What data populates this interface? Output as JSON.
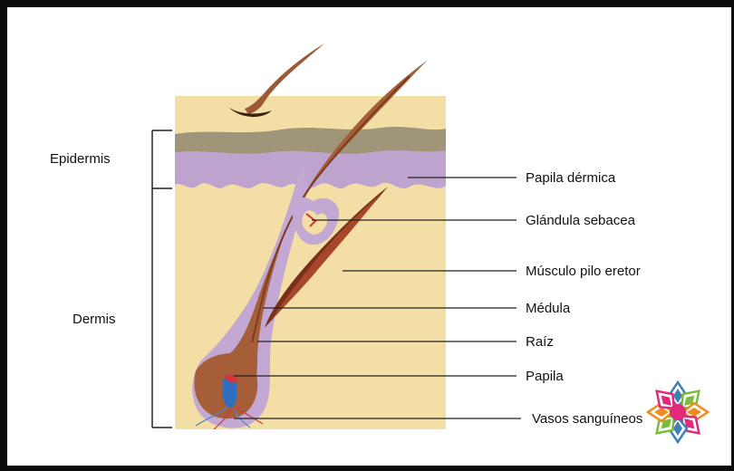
{
  "diagram": {
    "regions": {
      "epidermis": "Epidermis",
      "dermis": "Dermis"
    },
    "labels": {
      "papila_dermica": "Papila dérmica",
      "glandula_sebacea": "Glándula sebacea",
      "musculo_pilo_eretor": "Músculo pilo eretor",
      "medula": "Médula",
      "raiz": "Raíz",
      "papila": "Papila",
      "vasos_sanguineos": "Vasos sanguíneos"
    },
    "logo": {
      "petal_colors": [
        "#3d7fb8",
        "#7bbd3a",
        "#f08a1c",
        "#e2297a",
        "#3d7fb8",
        "#7bbd3a",
        "#f08a1c",
        "#e2297a"
      ],
      "center_color": "#e2297a"
    }
  }
}
